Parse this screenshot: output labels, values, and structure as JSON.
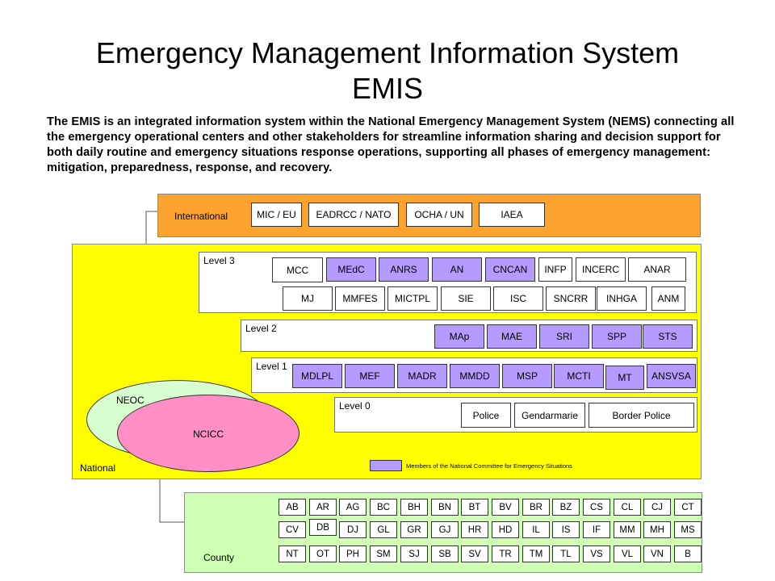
{
  "title_line1": "Emergency Management Information System",
  "title_line2": "EMIS",
  "description": "The EMIS is an integrated information system within the National Emergency Management System (NEMS) connecting all the emergency operational centers and other stakeholders for streamline information sharing and decision support for both daily routine and emergency situations response operations, supporting all phases of emergency management: mitigation, preparedness, response, and recovery.",
  "international": {
    "label": "International",
    "boxes": [
      "MIC / EU",
      "EADRCC / NATO",
      "OCHA / UN",
      "IAEA"
    ]
  },
  "national": {
    "label": "National",
    "levels": [
      {
        "label": "Level 3",
        "row1": [
          "MCC",
          "MEdC",
          "ANRS",
          "AN",
          "CNCAN",
          "INFP",
          "INCERC",
          "ANAR"
        ],
        "row2": [
          "MJ",
          "MMFES",
          "MICTPL",
          "SIE",
          "ISC",
          "SNCRR",
          "INHGA",
          "ANM"
        ]
      },
      {
        "label": "Level 2",
        "row1": [
          "MAp",
          "MAE",
          "SRI",
          "SPP",
          "STS"
        ]
      },
      {
        "label": "Level 1",
        "row1": [
          "MDLPL",
          "MEF",
          "MADR",
          "MMDD",
          "MSP",
          "MCTI",
          "MT",
          "ANSVSA"
        ]
      },
      {
        "label": "Level 0",
        "row1": [
          "Police",
          "Gendarmarie",
          "Border Police"
        ]
      }
    ],
    "neoc": "NEOC",
    "ncicc": "NCICC",
    "legend": "Members of the National Committee for Emergency Situations",
    "member_color": "#b69bff"
  },
  "county": {
    "label": "County",
    "row1": [
      "AB",
      "AR",
      "AG",
      "BC",
      "BH",
      "BN",
      "BT",
      "BV",
      "BR",
      "BZ",
      "CS",
      "CL",
      "CJ",
      "CT"
    ],
    "row2": [
      "CV",
      "DB",
      "DJ",
      "GL",
      "GR",
      "GJ",
      "HR",
      "HD",
      "IL",
      "IS",
      "IF",
      "MM",
      "MH",
      "MS"
    ],
    "row3": [
      "NT",
      "OT",
      "PH",
      "SM",
      "SJ",
      "SB",
      "SV",
      "TR",
      "TM",
      "TL",
      "VS",
      "VL",
      "VN",
      "B"
    ]
  },
  "colors": {
    "international_bg": "#fba32d",
    "national_bg": "#ffff00",
    "county_bg": "#cfffb4",
    "neoc_bg": "#d7ffd0",
    "ncicc_bg": "#ff8fc4"
  }
}
